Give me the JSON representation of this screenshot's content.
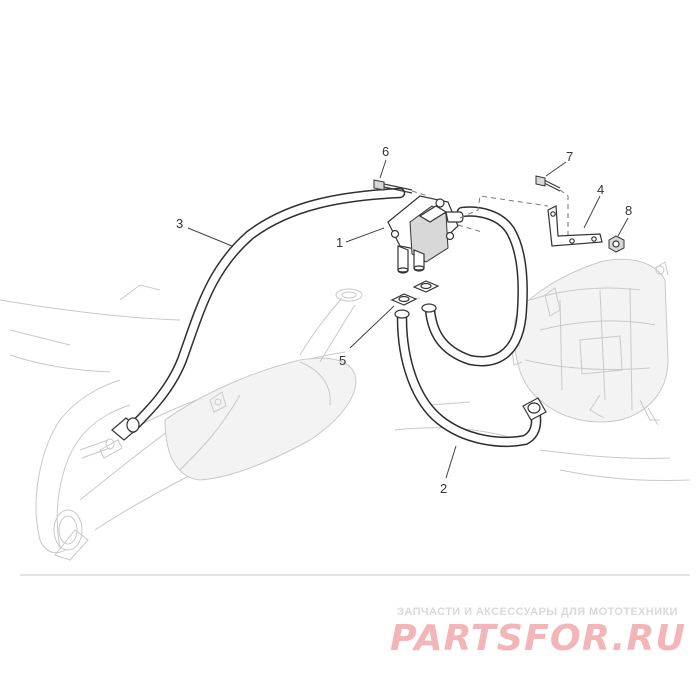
{
  "diagram": {
    "callouts": [
      {
        "number": "1",
        "part": "reed-valve-body"
      },
      {
        "number": "2",
        "part": "lower-hose"
      },
      {
        "number": "3",
        "part": "long-hose"
      },
      {
        "number": "4",
        "part": "bracket"
      },
      {
        "number": "5",
        "part": "gasket"
      },
      {
        "number": "6",
        "part": "screw"
      },
      {
        "number": "7",
        "part": "screw"
      },
      {
        "number": "8",
        "part": "nut"
      }
    ]
  },
  "watermark": {
    "tagline": "ЗАПЧАСТИ И АКСЕССУАРЫ ДЛЯ МОТОТЕХНИКИ",
    "logo_text": "PARTSFOR.RU",
    "color": "#f2aeb0"
  }
}
